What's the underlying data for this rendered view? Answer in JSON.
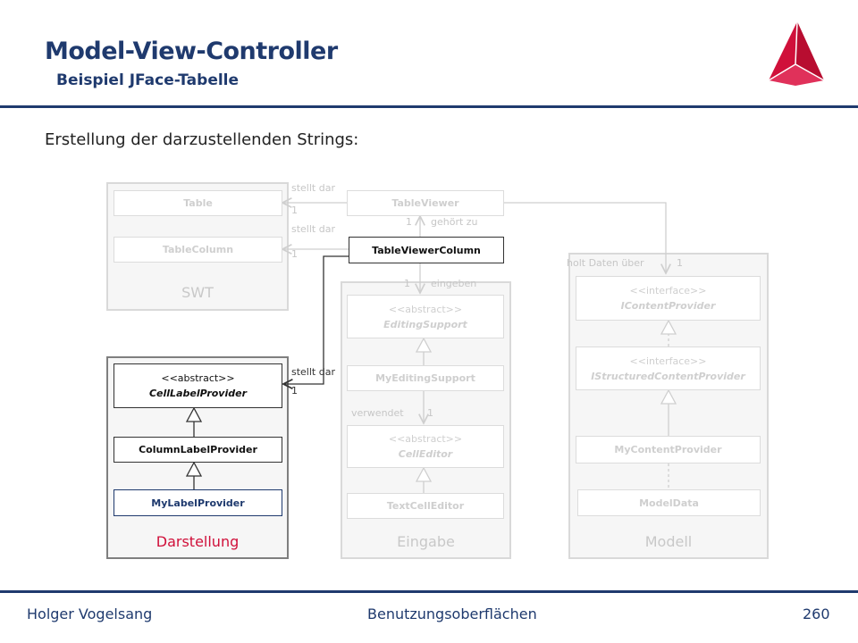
{
  "header": {
    "title": "Model-View-Controller",
    "subtitle": "Beispiel JFace-Tabelle"
  },
  "intro": "Erstellung der darzustellenden Strings:",
  "packages": {
    "swt": "SWT",
    "darstellung": "Darstellung",
    "eingabe": "Eingabe",
    "modell": "Modell"
  },
  "classes": {
    "table": "Table",
    "table_column": "TableColumn",
    "table_viewer": "TableViewer",
    "table_viewer_column": "TableViewerColumn",
    "cell_label_provider": {
      "stereotype": "<<abstract>>",
      "name": "CellLabelProvider"
    },
    "column_label_provider": "ColumnLabelProvider",
    "my_label_provider": "MyLabelProvider",
    "editing_support": {
      "stereotype": "<<abstract>>",
      "name": "EditingSupport"
    },
    "my_editing_support": "MyEditingSupport",
    "cell_editor": {
      "stereotype": "<<abstract>>",
      "name": "CellEditor"
    },
    "text_cell_editor": "TextCellEditor",
    "icontent_provider": {
      "stereotype": "<<interface>>",
      "name": "IContentProvider"
    },
    "istructured_content_provider": {
      "stereotype": "<<interface>>",
      "name": "IStructuredContentProvider"
    },
    "my_content_provider": "MyContentProvider",
    "model_data": "ModelData"
  },
  "associations": {
    "table_label": "stellt dar",
    "table_mult": "1",
    "column_label": "stellt dar",
    "column_mult": "1",
    "viewer_mult": "1",
    "viewer_label": "gehört zu",
    "edit_mult": "1",
    "edit_label": "eingeben",
    "content_label": "holt Daten über",
    "content_mult": "1",
    "label_label": "stellt dar",
    "label_mult": "1",
    "editor_label": "verwendet",
    "editor_mult": "1"
  },
  "footer": {
    "author": "Holger Vogelsang",
    "title": "Benutzungsoberflächen",
    "page": "260"
  },
  "colors": {
    "brand": "#1f3a6e",
    "accent": "#d0103a",
    "logo": "#d0103a"
  }
}
